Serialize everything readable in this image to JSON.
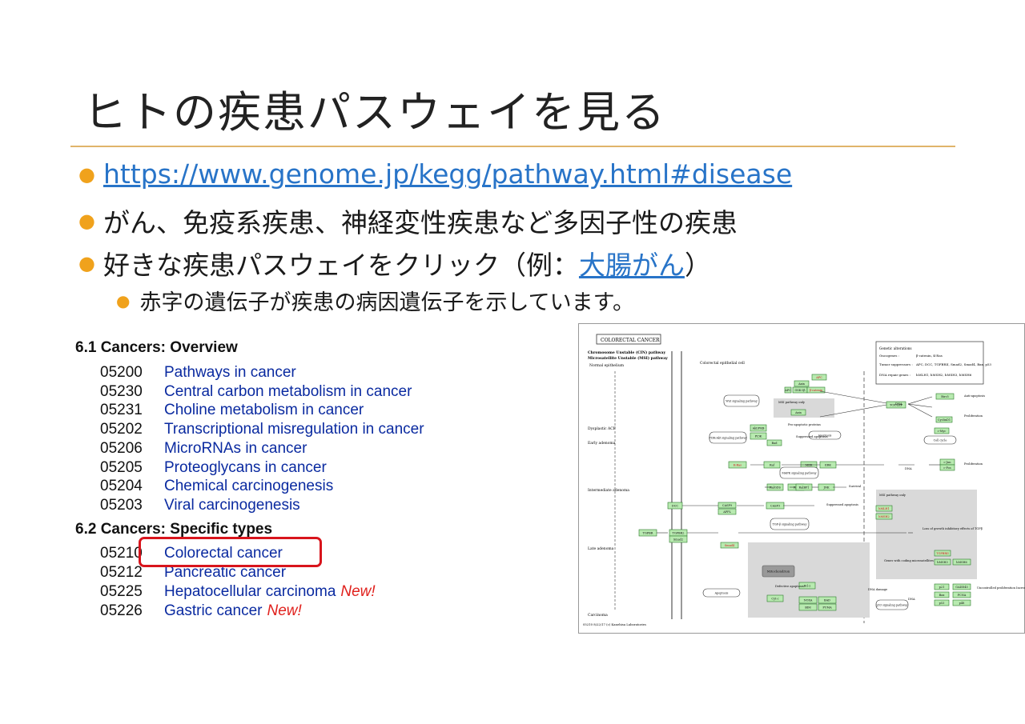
{
  "slide": {
    "title": "ヒトの疾患パスウェイを見る",
    "bullets": {
      "link": "https://www.genome.jp/kegg/pathway.html#disease",
      "line2": "がん、免疫系疾患、神経変性疾患など多因子性の疾患",
      "line3_prefix": "好きな疾患パスウェイをクリック（例：",
      "line3_link": "大腸がん",
      "line3_suffix": "）",
      "sub": "赤字の遺伝子が疾患の病因遺伝子を示しています。"
    },
    "bullet_color": "#f0a21c",
    "accent_rule_color": "#e0b46a",
    "link_color": "#2874c8"
  },
  "kegg_list": {
    "overview_title": "6.1 Cancers: Overview",
    "overview": [
      {
        "code": "05200",
        "name": "Pathways in cancer"
      },
      {
        "code": "05230",
        "name": "Central carbon metabolism in cancer"
      },
      {
        "code": "05231",
        "name": "Choline metabolism in cancer"
      },
      {
        "code": "05202",
        "name": "Transcriptional misregulation in cancer"
      },
      {
        "code": "05206",
        "name": "MicroRNAs in cancer"
      },
      {
        "code": "05205",
        "name": "Proteoglycans in cancer"
      },
      {
        "code": "05204",
        "name": "Chemical carcinogenesis"
      },
      {
        "code": "05203",
        "name": "Viral carcinogenesis"
      }
    ],
    "specific_title": "6.2 Cancers: Specific types",
    "specific": [
      {
        "code": "05210",
        "name": "Colorectal cancer",
        "new": ""
      },
      {
        "code": "05212",
        "name": "Pancreatic cancer",
        "new": ""
      },
      {
        "code": "05225",
        "name": "Hepatocellular carcinoma",
        "new": "New!"
      },
      {
        "code": "05226",
        "name": "Gastric cancer",
        "new": "New!"
      }
    ],
    "highlight_color": "#d8141c"
  },
  "pathway_map": {
    "title": "COLORECTAL CANCER",
    "left_labels": [
      "Chromosome Unstable (CIN) pathway",
      "Microsatellite Unstable (MSI) pathway"
    ],
    "stages": [
      "Normal epithelium",
      "Dysplastic ACF",
      "Early adenoma",
      "Intermediate adenoma",
      "Late adenoma",
      "Carcinoma"
    ],
    "compartment": "Colorectal epithelial cell",
    "legend": {
      "heading": "Genetic alterations",
      "rows": [
        {
          "k": "Oncogenes :",
          "v": "β-catenin, K-Ras"
        },
        {
          "k": "Tumor suppressors :",
          "v": "APC, DCC, TGFBRII, Smad2, Smad4, Bax, p53"
        },
        {
          "k": "DNA repair genes :",
          "v": "hMLH1, hMSH2, hMSH3, hMSH6"
        }
      ]
    },
    "genes_green": [
      "GSK-3β",
      "Axin",
      "Axin",
      "APC",
      "PI3K",
      "Akt/PKB",
      "Bad",
      "Raf",
      "MEK",
      "ERK",
      "RalGDS",
      "Ral",
      "RalBP1",
      "JNK",
      "DCC",
      "CASP9",
      "APPL",
      "CASP3",
      "TGFBR",
      "TGFBR2",
      "Smad2",
      "Bcl-2",
      "NOXA",
      "BAD",
      "BIM",
      "PUMA",
      "Cyt-c",
      "TCF/LEF",
      "c-Myc",
      "CyclinD1",
      "Birc5",
      "c-Jun",
      "c-Fos",
      "p21",
      "GADD45",
      "Bax",
      "p53",
      "p48",
      "PCNA",
      "hMSH3",
      "hMSH6",
      "Mitochondrion"
    ],
    "genes_red": [
      "APC",
      "β-catenin",
      "K-Ras",
      "hMLH1",
      "hMSH2",
      "Smad4",
      "TGFBRII"
    ],
    "boxes": [
      "Wnt signaling pathway",
      "PI3K-Akt signaling pathway",
      "MAPK signaling pathway",
      "TGF-β signaling pathway",
      "Apoptosis",
      "Cell cycle",
      "p53 signaling pathway",
      "Apoptosis"
    ],
    "annotations": [
      "MSI pathway only",
      "MSI pathway only",
      "Pro-apoptotic proteins",
      "Suppressed apoptosis",
      "Anti-apoptosis",
      "Proliferation",
      "Proliferation",
      "Survival",
      "Suppressed apoptosis",
      "Loss of growth inhibitory effects of TGFβ",
      "Genes with coding microsatellites",
      "Defective apoptosis",
      "Uncontrolled proliferation Increased survival Genomic instability",
      "DNA damage",
      "DNA",
      "DNA",
      "DNA"
    ],
    "footer": "05210 8/22/17 (c) Kanehisa Laboratories"
  }
}
